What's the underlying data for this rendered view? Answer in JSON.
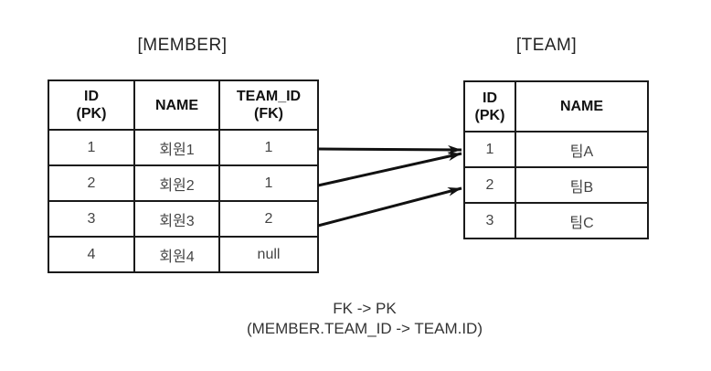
{
  "diagram": {
    "member_table": {
      "title": "[MEMBER]",
      "headers": [
        [
          "ID",
          "(PK)"
        ],
        [
          "NAME"
        ],
        [
          "TEAM_ID",
          "(FK)"
        ]
      ],
      "rows": [
        [
          "1",
          "회원1",
          "1"
        ],
        [
          "2",
          "회원2",
          "1"
        ],
        [
          "3",
          "회원3",
          "2"
        ],
        [
          "4",
          "회원4",
          "null"
        ]
      ]
    },
    "team_table": {
      "title": "[TEAM]",
      "headers": [
        [
          "ID",
          "(PK)"
        ],
        [
          "NAME"
        ]
      ],
      "rows": [
        [
          "1",
          "팀A"
        ],
        [
          "2",
          "팀B"
        ],
        [
          "3",
          "팀C"
        ]
      ]
    },
    "arrows": [
      {
        "from_member_row": "1",
        "from_team_id": "1",
        "to_team_row": "1"
      },
      {
        "from_member_row": "2",
        "from_team_id": "1",
        "to_team_row": "1"
      },
      {
        "from_member_row": "3",
        "from_team_id": "2",
        "to_team_row": "2"
      }
    ],
    "caption": {
      "line1": "FK -> PK",
      "line2": "(MEMBER.TEAM_ID -> TEAM.ID)"
    },
    "colors": {
      "background": "#ffffff",
      "border": "#1a1a1a",
      "arrow": "#111111",
      "header_text": "#111111",
      "cell_text": "#444444"
    }
  }
}
